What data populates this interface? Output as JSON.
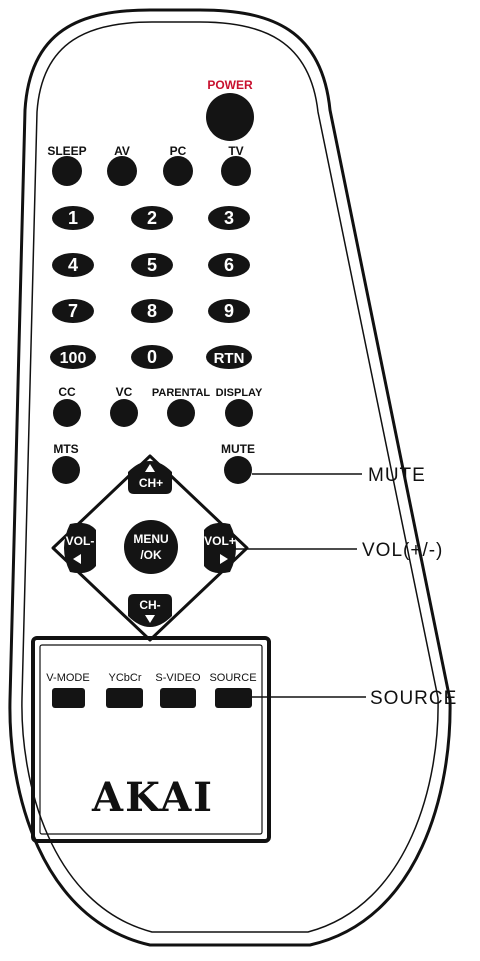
{
  "top": {
    "power": "POWER",
    "sleep": "SLEEP",
    "av": "AV",
    "pc": "PC",
    "tv": "TV"
  },
  "numpad": [
    "1",
    "2",
    "3",
    "4",
    "5",
    "6",
    "7",
    "8",
    "9",
    "100",
    "0",
    "RTN"
  ],
  "function_row": {
    "cc": "CC",
    "vc": "VC",
    "parental": "PARENTAL",
    "display": "DISPLAY"
  },
  "nav": {
    "mts": "MTS",
    "mute": "MUTE",
    "ch_up": "CH+",
    "ch_down": "CH-",
    "vol_down": "VOL-",
    "vol_up": "VOL+",
    "menu_line1": "MENU",
    "menu_line2": "/OK"
  },
  "source_panel": {
    "vmode": "V-MODE",
    "ycbcr": "YCbCr",
    "svideo": "S-VIDEO",
    "source": "SOURCE"
  },
  "brand": "AKAI",
  "callouts": {
    "mute": "MUTE",
    "vol": "VOL(+/-)",
    "source": "SOURCE"
  },
  "colors": {
    "power_label": "#c8102e",
    "button": "#141414",
    "outline": "#111111"
  }
}
